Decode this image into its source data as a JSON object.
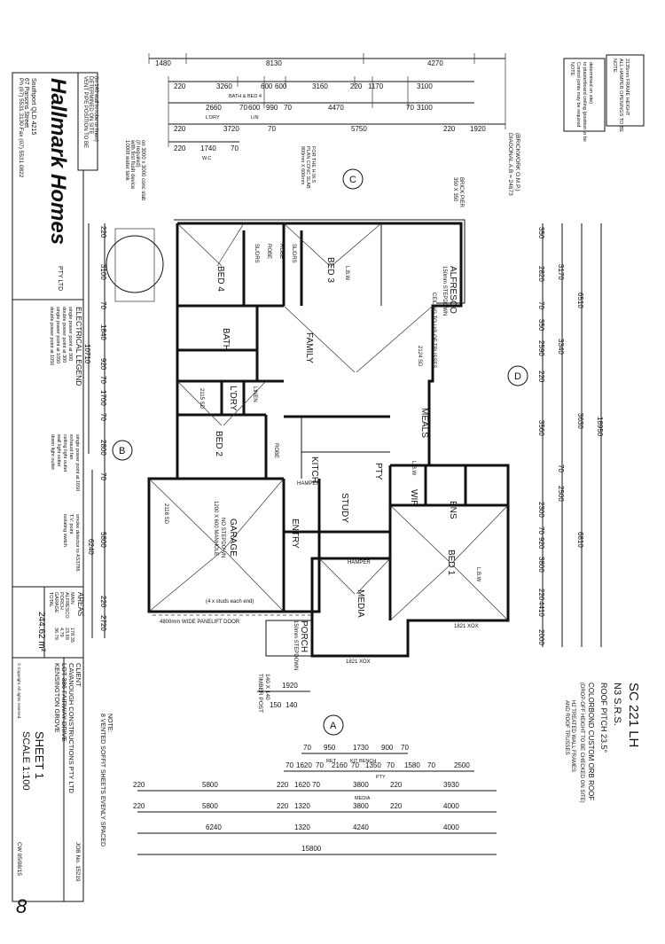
{
  "title_block": {
    "company": "Hallmark Homes",
    "company_suffix": "PTY LTD",
    "address_lines": [
      "67 Parsons Street",
      "Southport QLD 4215",
      "Ph (07) 5531 3130  Fax (07) 5531 0822"
    ],
    "client_label": "CLIENT",
    "client": "CAVANOUGH CONSTRUCTIONS PTY LTD",
    "lot": "LOT 386 FAIRWAY DRIVE",
    "suburb": "KENSINGTON GROVE",
    "job_no": "JOB No. 15219",
    "drawn": "CW 05/08/15",
    "sheet": "SHEET 1",
    "scale": "SCALE 1:100",
    "copyright": "© Copyright. All rights reserved."
  },
  "notes": {
    "vent_pipe": [
      "VENT PIPE POSITION TO BE",
      "DETERMINED ON SITE",
      "(in 140 wall in robe or linen)"
    ],
    "water_tank": [
      "1000lt water tank",
      "with first flush device",
      "(if required)",
      "on 3000 x 3000 conc slab"
    ],
    "hamper_note": [
      "NOTE:",
      "ALL HAMPER OPENINGS TO BE",
      "2135mm FRAME HEIGHT"
    ],
    "ceiling_note": [
      "NOTE:",
      "Control joints may be required",
      "to plasterboard ceiling (position to be",
      "determined on site)"
    ],
    "diagonal": [
      "DIAGONAL A,B = 24673",
      "(BRICKWORK O.M.P.)"
    ],
    "brick_pier": [
      "350 X 350",
      "BRICK PIER"
    ],
    "slab": [
      "800mm X 600mm",
      "PLAN CONC SLAB",
      "FOR THE H.W.S"
    ],
    "soffit": [
      "NOTE:",
      "8 VENTED SOFFIT SHEETS EVENLY SPACED"
    ],
    "model": "SC 221 LH",
    "wind": "N3  S.R.S.",
    "roof_pitch": "ROOF PITCH 23.5°",
    "roof": [
      "COLORBOND CUSTOM ORB ROOF",
      "(DROP-OFF HEIGHT TO BE CHECKED ON SITE)"
    ],
    "frames": [
      "H2 TREATED WALL FRAMES",
      "AND ROOF TRUSSES"
    ],
    "post": [
      "140 X 140",
      "TIMBER POST"
    ]
  },
  "legend": {
    "title": "ELECTRICAL LEGEND",
    "items": [
      "single power point at 300",
      "double power point at 300",
      "single power point at 1050",
      "double power point at 1050",
      "single power point at 1650",
      "exhaust fan",
      "ceiling light outlet",
      "wall light outlet",
      "down light outlet",
      "smoke detector to AS3786",
      "T.V. point",
      "isolating switch"
    ]
  },
  "areas": {
    "title": "AREAS",
    "rows": [
      {
        "label": "MAIN",
        "value": "178.35"
      },
      {
        "label": "ALFRESCO",
        "value": "23.69"
      },
      {
        "label": "PORCH",
        "value": "4.79"
      },
      {
        "label": "GARAGE",
        "value": "36.79"
      },
      {
        "label": "TOTAL",
        "value": "244.62 m²"
      }
    ]
  },
  "rooms": {
    "bed4": "BED 4",
    "bed3": "BED 3",
    "bath": "BATH",
    "family": "FAMILY",
    "alfresco": "ALFRESCO",
    "meals": "MEALS",
    "ldry": "L'DRY",
    "bed2": "BED 2",
    "linen": "LINEN",
    "kitch": "KITCH",
    "study": "STUDY",
    "pty": "PTY",
    "wir": "WIR",
    "ens": "ENS",
    "garage": "GARAGE",
    "entry": "ENTRY",
    "bed1": "BED 1",
    "media": "MEDIA",
    "porch": "PORCH"
  },
  "room_notes": {
    "alfresco_step": "150mm STEPDOWN",
    "alfresco_ceiling": "CEILING TO U/S OF TRUSSES",
    "garage_step": "NO STEPDOWN",
    "porch_step": "150mm STEPDOWN",
    "panelift": "4800mm WIDE PANELIFT DOOR",
    "manhole": "1200 X 600 MANHOLE",
    "studs": "(4 x studs each end)",
    "hamper": "HAMPER",
    "lbw": "L.B.W",
    "robe": "ROBE",
    "sl_drs": "SL/DRS",
    "xox_1": "1821 XOX",
    "xox_2": "1821 XOX",
    "sd_1": "2124 SD",
    "sd_2": "2115 SD",
    "sd_3": "2118 SD"
  },
  "grid_markers": {
    "a": "A",
    "b": "B",
    "c": "C",
    "d": "D"
  },
  "dims_top": {
    "row1": [
      "1480",
      "8130",
      "4270"
    ],
    "row2": [
      "220",
      "3260",
      "600",
      "600",
      "3160",
      "220",
      "1170",
      "3100"
    ],
    "row2_label": "BATH & BED 4",
    "row3": [
      "2660",
      "70",
      "600",
      "990",
      "70",
      "4470",
      "70",
      "3100"
    ],
    "row3_labels": [
      "L'DRY",
      "LIN"
    ],
    "row4": [
      "220",
      "3720",
      "70",
      "5750",
      "220",
      "1920"
    ],
    "row5": [
      "220",
      "1740",
      "70"
    ],
    "row5_label": "W.C"
  },
  "dims_left": [
    "220",
    "3100",
    "70",
    "1840",
    "920",
    "70",
    "1700",
    "70",
    "2800",
    "70",
    "5800",
    "220",
    "2720"
  ],
  "dims_left_total": "10710",
  "dims_left_total2": "6240",
  "dims_right": [
    "350",
    "2820",
    "70",
    "350",
    "2590",
    "220",
    "3560",
    "70",
    "2500",
    "2300",
    "70",
    "920",
    "3800",
    "220",
    "4410",
    "2000"
  ],
  "dims_right_totals": [
    "3170",
    "6510",
    "3340",
    "3630",
    "6810",
    "18950"
  ],
  "dims_bottom": {
    "row1": [
      "70",
      "950",
      "1730",
      "900",
      "70"
    ],
    "row1_labels": [
      "RET",
      "KIT BENCH"
    ],
    "row2": [
      "70",
      "1620",
      "70",
      "2160",
      "70",
      "1350",
      "70",
      "1580",
      "70",
      "2500"
    ],
    "row2_label": "PTY",
    "row3": [
      "220",
      "5800",
      "220",
      "1620",
      "70",
      "3800",
      "220",
      "3930"
    ],
    "row4": [
      "220",
      "5800",
      "220",
      "1320",
      "3800",
      "220",
      "4000"
    ],
    "row4_label": "MEDIA",
    "row5": [
      "6240",
      "1320",
      "4240",
      "4000"
    ],
    "row6": [
      "15800"
    ],
    "porch": [
      "1920",
      "150",
      "140"
    ]
  },
  "signature": "8"
}
